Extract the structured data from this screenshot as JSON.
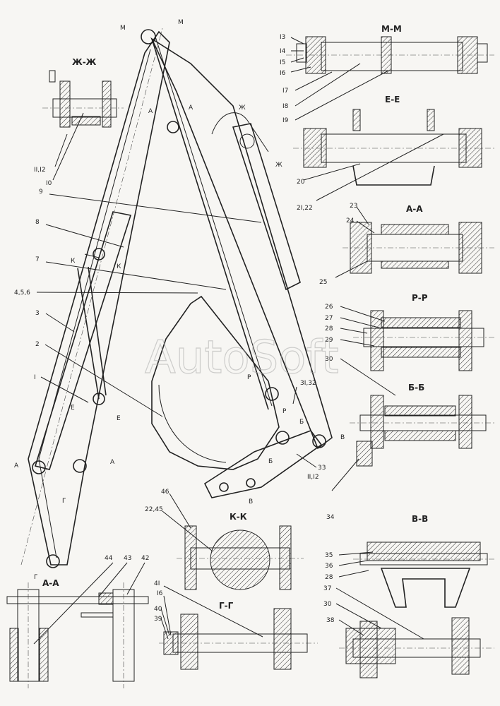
{
  "watermark": "AutoSoft",
  "section_titles": {
    "zh": "Ж-Ж",
    "mm": "М-М",
    "ee": "Е-Е",
    "aa_top": "А-А",
    "rr": "Р-Р",
    "bb": "Б-Б",
    "vv": "В-В",
    "kk": "К-К",
    "aa_bottom": "А-А",
    "gg": "Г-Г"
  },
  "cut_letters": {
    "m1": "М",
    "m2": "М",
    "a1": "А",
    "a2": "А",
    "zh": "Ж",
    "zh2": "Ж",
    "k1": "К",
    "k2": "К",
    "e1": "Е",
    "e2": "Е",
    "r1": "Р",
    "r2": "Р",
    "b1": "Б",
    "b2": "Б",
    "v1": "В",
    "v2": "В",
    "a3": "А",
    "a4": "А",
    "g1": "Г",
    "g2": "Г"
  },
  "callouts": {
    "c1": "I",
    "c2": "2",
    "c3": "3",
    "c456": "4,5,6",
    "c7": "7",
    "c8": "8",
    "c9": "9",
    "c10": "I0",
    "c11": "II,I2",
    "c13": "I3",
    "c14": "I4",
    "c15": "I5",
    "c16": "I6",
    "c17": "I7",
    "c18": "I8",
    "c19": "I9",
    "c20": "20",
    "c2122": "2I,22",
    "c23": "23",
    "c24": "24",
    "c25": "25",
    "c26": "26",
    "c27": "27",
    "c28": "28",
    "c29": "29",
    "c30": "30",
    "c3132": "3I,32",
    "c33": "33",
    "c1112b": "II,I2",
    "c34": "34",
    "c35": "35",
    "c36": "36",
    "c28b": "28",
    "c37": "37",
    "c30b": "30",
    "c38": "38",
    "c46": "46",
    "c2245": "22,45",
    "c44": "44",
    "c43": "43",
    "c42": "42",
    "c41": "4I",
    "c16b": "I6",
    "c40": "40",
    "c39": "39"
  }
}
